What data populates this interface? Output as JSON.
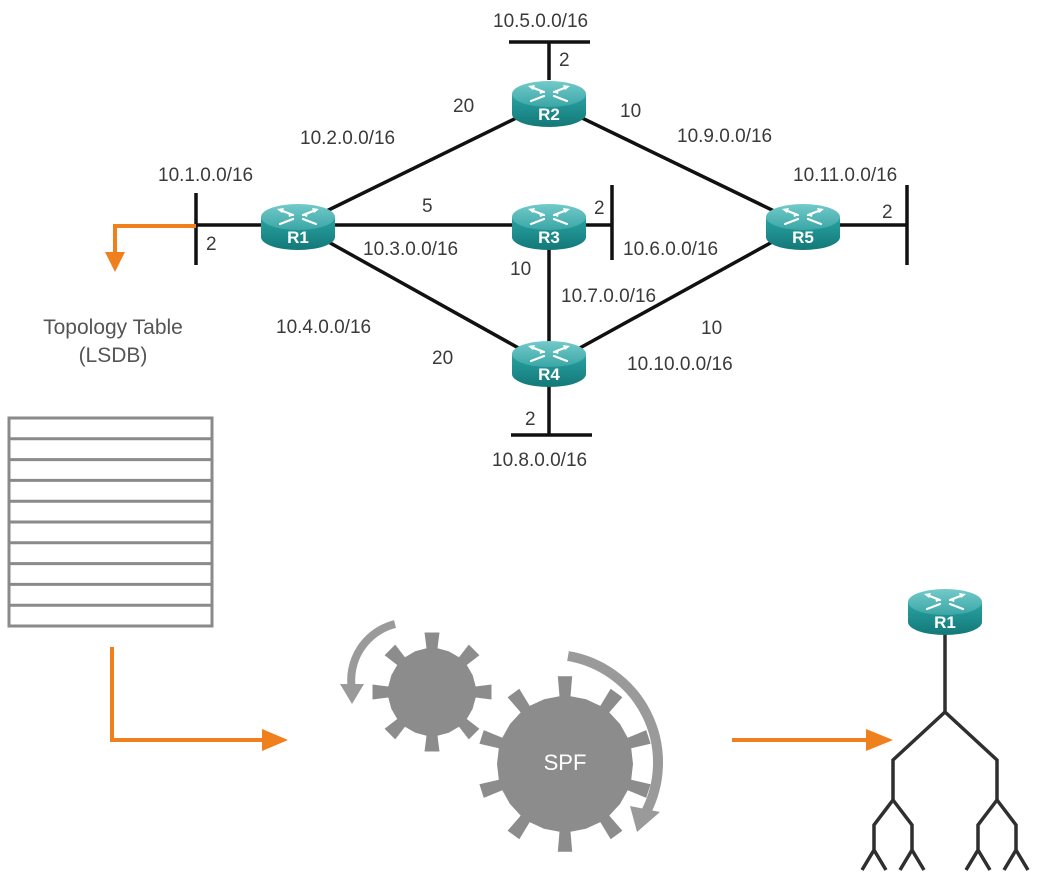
{
  "routers": {
    "r1": "R1",
    "r2": "R2",
    "r3": "R3",
    "r4": "R4",
    "r5": "R5",
    "spf_root": "R1"
  },
  "networks": {
    "n1": "10.1.0.0/16",
    "n2": "10.2.0.0/16",
    "n3": "10.3.0.0/16",
    "n4": "10.4.0.0/16",
    "n5": "10.5.0.0/16",
    "n6": "10.6.0.0/16",
    "n7": "10.7.0.0/16",
    "n8": "10.8.0.0/16",
    "n9": "10.9.0.0/16",
    "n10": "10.10.0.0/16",
    "n11": "10.11.0.0/16"
  },
  "costs": {
    "r1_lan": "2",
    "r2_lan": "2",
    "r3_lan": "2",
    "r4_lan": "2",
    "r5_lan": "2",
    "r1_r2": "20",
    "r1_r3": "5",
    "r1_r4": "20",
    "r2_r5": "10",
    "r3_r4": "10",
    "r4_r5": "10"
  },
  "topology_table": {
    "title": "Topology Table",
    "subtitle": "(LSDB)",
    "rows": 10
  },
  "algorithm": {
    "label": "SPF"
  },
  "colors": {
    "router": "#1c8e8e",
    "router_top": "#4fb5b5",
    "arrow": "#f07f1d",
    "gear": "#8c8c8c",
    "table_line": "#8a8a8a",
    "link": "#111111"
  }
}
